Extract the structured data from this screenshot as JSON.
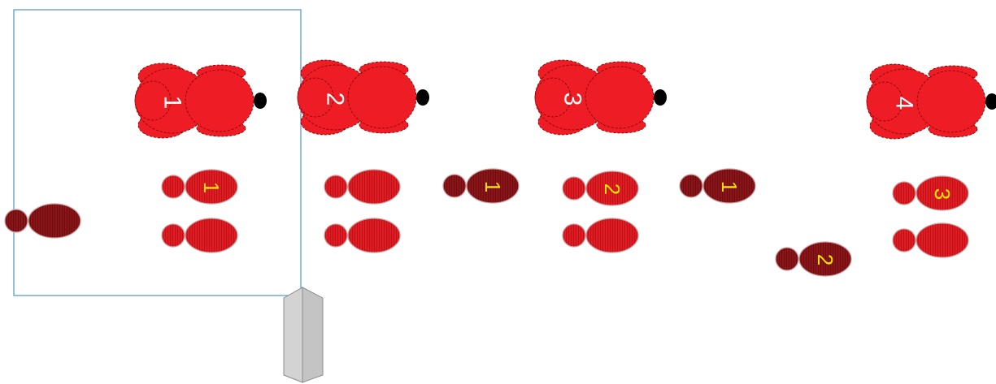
{
  "colors": {
    "background": "#ffffff",
    "figure_body": "#ee1c24",
    "figure_outline": "#7a0000",
    "head_nose": "#000000",
    "figure_number": "#ffffff",
    "footprint_red": "#e21b22",
    "footprint_dark": "#8b1419",
    "footprint_edge": "#c8a0a0",
    "step_number": "#f5e400",
    "box_stroke": "#5b9bd5",
    "post_fill": "#cfcfcf",
    "post_stroke": "#8c8c8c"
  },
  "figures": [
    {
      "label": "1"
    },
    {
      "label": "2"
    },
    {
      "label": "3"
    },
    {
      "label": "4"
    }
  ],
  "footprints": [
    {
      "shade": "dark",
      "label": ""
    },
    {
      "shade": "red",
      "label": "1"
    },
    {
      "shade": "red",
      "label": ""
    },
    {
      "shade": "red",
      "label": ""
    },
    {
      "shade": "red",
      "label": ""
    },
    {
      "shade": "dark",
      "label": "1"
    },
    {
      "shade": "red",
      "label": "2"
    },
    {
      "shade": "red",
      "label": ""
    },
    {
      "shade": "dark",
      "label": "1"
    },
    {
      "shade": "dark",
      "label": "2"
    },
    {
      "shade": "red",
      "label": "3"
    },
    {
      "shade": "red",
      "label": ""
    }
  ],
  "icons": [
    "figure-top-view-icon",
    "footprint-icon",
    "door-post-icon",
    "square-zone-icon"
  ]
}
